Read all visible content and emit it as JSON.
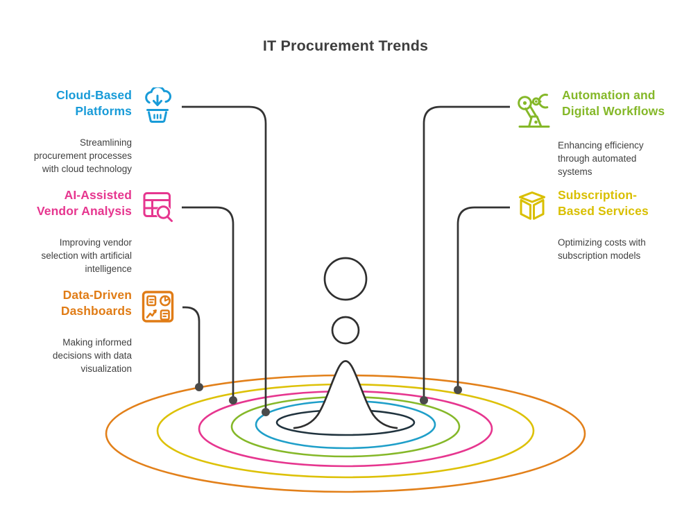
{
  "title": "IT Procurement Trends",
  "items": [
    {
      "title": "Cloud-Based Platforms",
      "title_lines": [
        "Cloud-Based",
        "Platforms"
      ],
      "description": "Streamlining procurement processes with cloud technology",
      "description_lines": [
        "Streamlining",
        "procurement processes",
        "with cloud technology"
      ],
      "color": "#189bd8",
      "icon": "cloud-download-basket"
    },
    {
      "title": "AI-Assisted Vendor Analysis",
      "title_lines": [
        "AI-Assisted",
        "Vendor Analysis"
      ],
      "description": "Improving vendor selection with artificial intelligence",
      "description_lines": [
        "Improving vendor",
        "selection with artificial",
        "intelligence"
      ],
      "color": "#e6368f",
      "icon": "table-magnifier"
    },
    {
      "title": "Data-Driven Dashboards",
      "title_lines": [
        "Data-Driven",
        "Dashboards"
      ],
      "description": "Making informed decisions with data visualization",
      "description_lines": [
        "Making informed",
        "decisions with data",
        "visualization"
      ],
      "color": "#e07c16",
      "icon": "dashboard-charts"
    },
    {
      "title": "Automation and Digital Workflows",
      "title_lines": [
        "Automation and",
        "Digital Workflows"
      ],
      "description": "Enhancing efficiency through automated systems",
      "description_lines": [
        "Enhancing efficiency",
        "through automated",
        "systems"
      ],
      "color": "#85b829",
      "icon": "robot-arm"
    },
    {
      "title": "Subscription-Based Services",
      "title_lines": [
        "Subscription-",
        "Based Services"
      ],
      "description": "Optimizing costs with subscription models",
      "description_lines": [
        "Optimizing costs with",
        "subscription models"
      ],
      "color": "#d9bf00",
      "icon": "cube-package"
    }
  ],
  "ripple": {
    "rings": [
      {
        "name": "orange-ring",
        "color": "#e2801a"
      },
      {
        "name": "yellow-ring",
        "color": "#ddc107"
      },
      {
        "name": "pink-ring",
        "color": "#e6368f"
      },
      {
        "name": "green-ring",
        "color": "#85b829"
      },
      {
        "name": "cyan-ring",
        "color": "#1f9fc9"
      },
      {
        "name": "dark-ring",
        "color": "#20333e"
      }
    ],
    "stroke_color": "#2f2f2f",
    "connector_color": "#333333",
    "dot_color": "#4a4a4a"
  }
}
